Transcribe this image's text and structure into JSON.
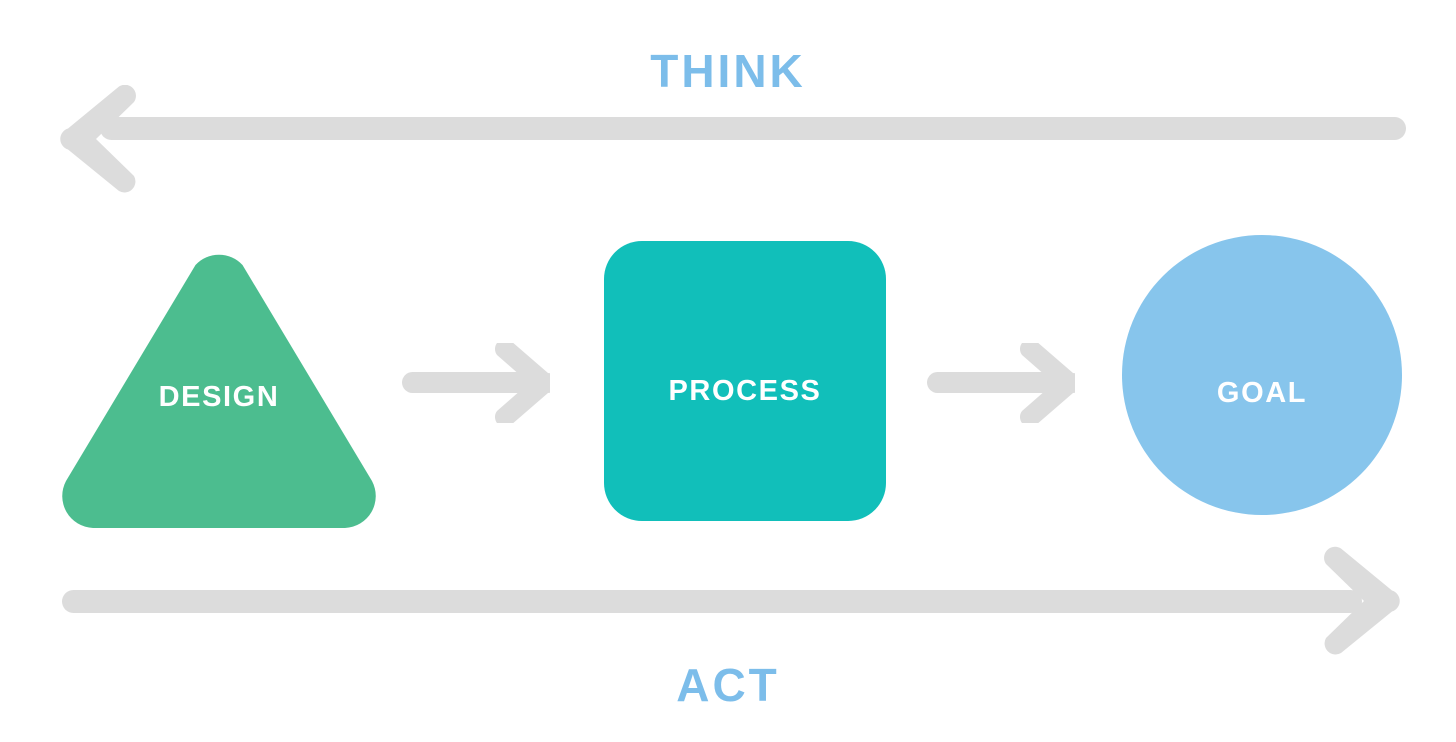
{
  "diagram": {
    "title": "Think Act Process Diagram",
    "background_color": "#ffffff",
    "arrow_color": "#dcdcdc",
    "label_color": "#7cbdea"
  },
  "cycle_labels": {
    "top": "THINK",
    "bottom": "ACT"
  },
  "stages": [
    {
      "label": "DESIGN",
      "shape": "rounded-triangle",
      "color": "#4cbd8f",
      "text_color": "#ffffff"
    },
    {
      "label": "PROCESS",
      "shape": "rounded-square",
      "color": "#11bfba",
      "text_color": "#ffffff"
    },
    {
      "label": "GOAL",
      "shape": "circle",
      "color": "#87c5ec",
      "text_color": "#ffffff"
    }
  ],
  "connectors": [
    {
      "name": "design-to-process",
      "direction": "right",
      "color": "#dcdcdc"
    },
    {
      "name": "process-to-goal",
      "direction": "right",
      "color": "#dcdcdc"
    }
  ],
  "feedback_arrows": [
    {
      "name": "think-arrow",
      "direction": "left",
      "color": "#dcdcdc",
      "label": "THINK"
    },
    {
      "name": "act-arrow",
      "direction": "right",
      "color": "#dcdcdc",
      "label": "ACT"
    }
  ]
}
